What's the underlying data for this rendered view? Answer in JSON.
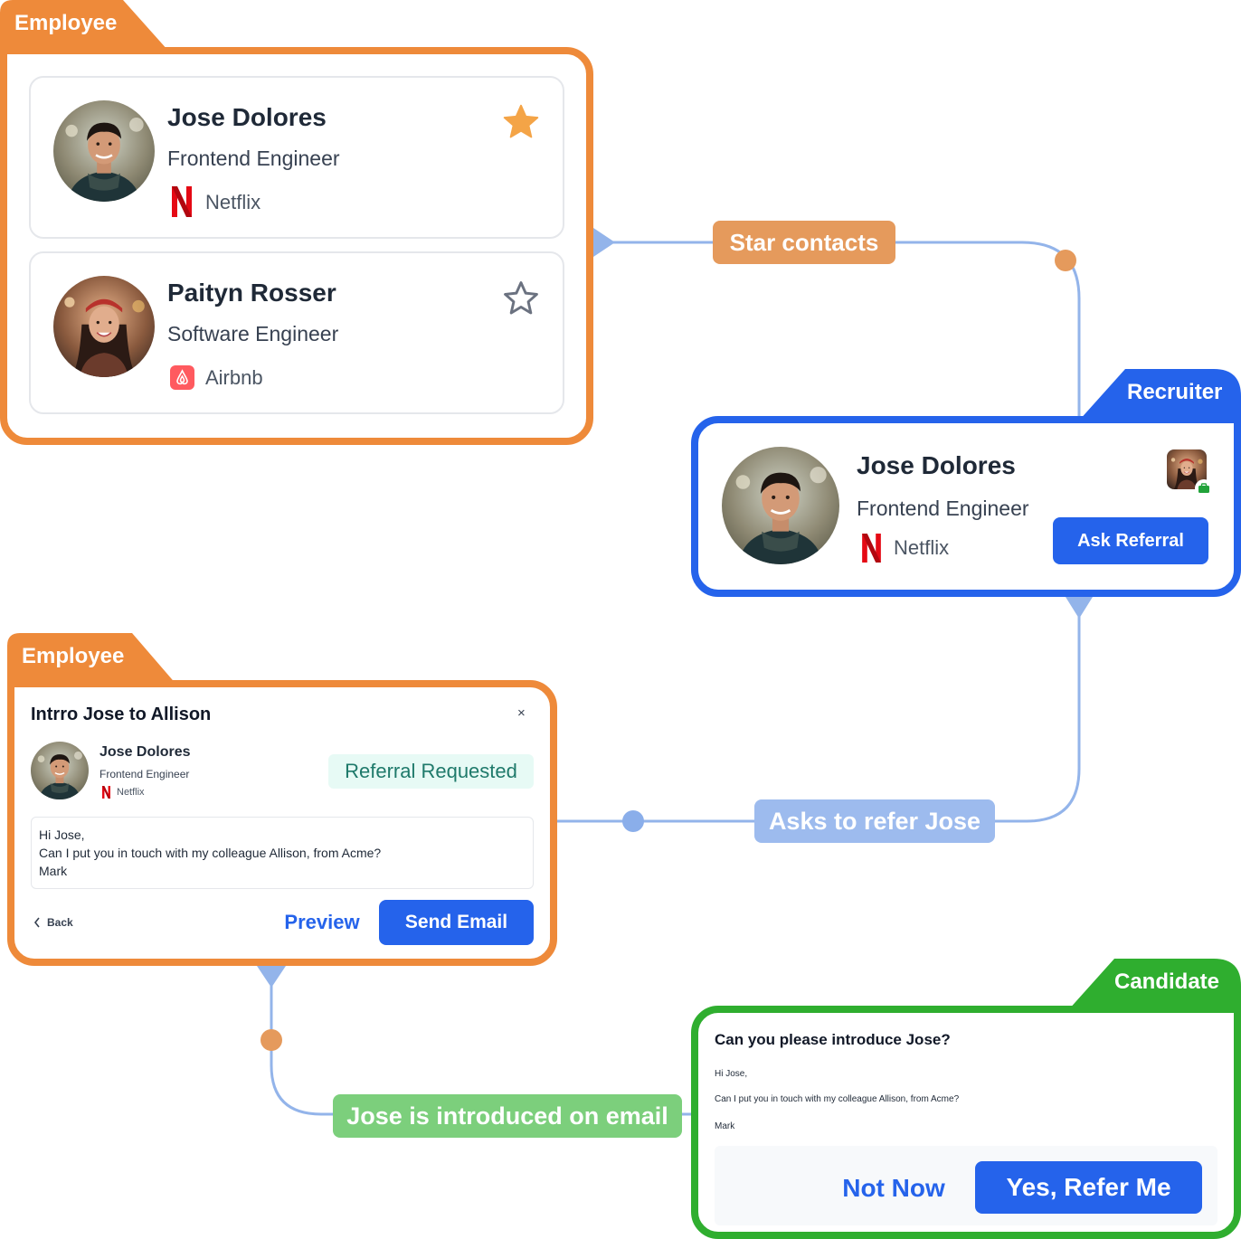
{
  "colors": {
    "employee": "#ee8a3a",
    "recruiter": "#2563eb",
    "candidate": "#2fae2f",
    "connector": "#93b4ea",
    "node_orange": "#e59a5c",
    "node_blue": "#8aaeea"
  },
  "employee_panel_1": {
    "tab_label": "Employee",
    "contacts": [
      {
        "name": "Jose Dolores",
        "role": "Frontend Engineer",
        "company": "Netflix",
        "company_icon": "netflix-logo-icon",
        "starred": true
      },
      {
        "name": "Paityn Rosser",
        "role": "Software Engineer",
        "company": "Airbnb",
        "company_icon": "airbnb-logo-icon",
        "starred": false
      }
    ]
  },
  "edges": {
    "star_contacts": "Star contacts",
    "asks_to_refer": "Asks to refer Jose",
    "introduced": "Jose is introduced on email"
  },
  "recruiter_panel": {
    "tab_label": "Recruiter",
    "name": "Jose Dolores",
    "role": "Frontend Engineer",
    "company": "Netflix",
    "button": "Ask Referral"
  },
  "employee_panel_2": {
    "tab_label": "Employee",
    "title": "Intrro Jose to Allison",
    "close": "×",
    "name": "Jose Dolores",
    "role": "Frontend Engineer",
    "company": "Netflix",
    "status": "Referral Requested",
    "message": [
      "Hi Jose,",
      "Can I put you in touch with my colleague Allison, from Acme?",
      "Mark"
    ],
    "back": "Back",
    "preview": "Preview",
    "send": "Send Email"
  },
  "candidate_panel": {
    "tab_label": "Candidate",
    "title": "Can you please introduce Jose?",
    "line1": "Hi Jose,",
    "line2": "Can I put you in touch with my colleague Allison, from Acme?",
    "line3": "Mark",
    "decline": "Not Now",
    "accept": "Yes, Refer Me"
  }
}
